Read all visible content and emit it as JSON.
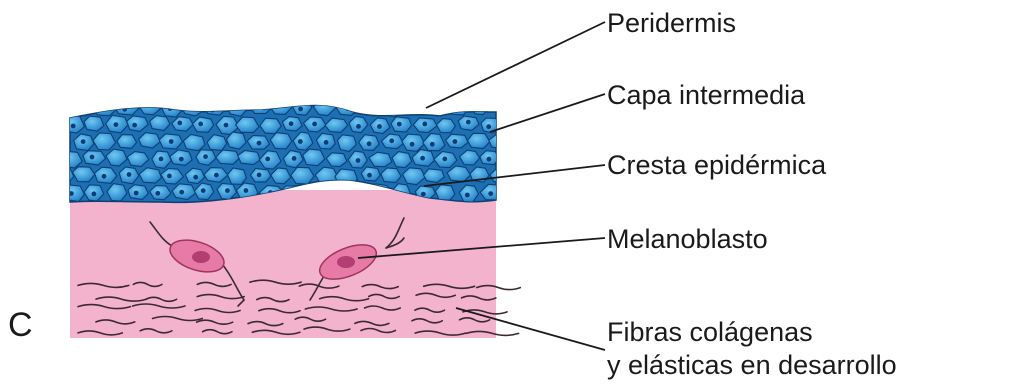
{
  "panel_letter": "C",
  "labels": {
    "peridermis": "Peridermis",
    "capa_intermedia": "Capa intermedia",
    "cresta_epidermica": "Cresta epidérmica",
    "melanoblasto": "Melanoblasto",
    "fibras_line1": "Fibras colágenas",
    "fibras_line2": "y elásticas en desarrollo"
  },
  "colors": {
    "dermis": "#f4b3cc",
    "cell_fill": "#3fa6e0",
    "cell_dark": "#1c6fb3",
    "cell_edge": "#0e3f73",
    "nucleus": "#0d3d78",
    "melanoblast": "#e87aa6"
  }
}
